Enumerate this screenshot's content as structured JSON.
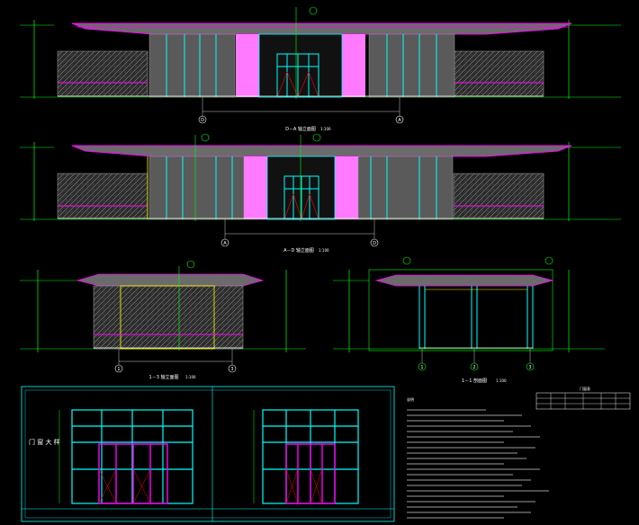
{
  "drawing": {
    "title_1": "D－A 轴立面图",
    "title_2": "A－D 轴立面图",
    "title_3": "1－3 轴立面图",
    "title_4": "1－1 剖面图",
    "scale": "1:100",
    "axis_labels": [
      "D",
      "A",
      "A",
      "D",
      "1",
      "3",
      "1",
      "2",
      "3"
    ],
    "notes_heading": "说明",
    "notes_title": "门 窗 大 样",
    "table_header": "门窗表"
  },
  "colors": {
    "background": "#000000",
    "cyan": "#00ffff",
    "green": "#00ff00",
    "magenta": "#ff00ff",
    "yellow": "#ffff00",
    "red": "#ff0000",
    "white": "#ffffff"
  }
}
